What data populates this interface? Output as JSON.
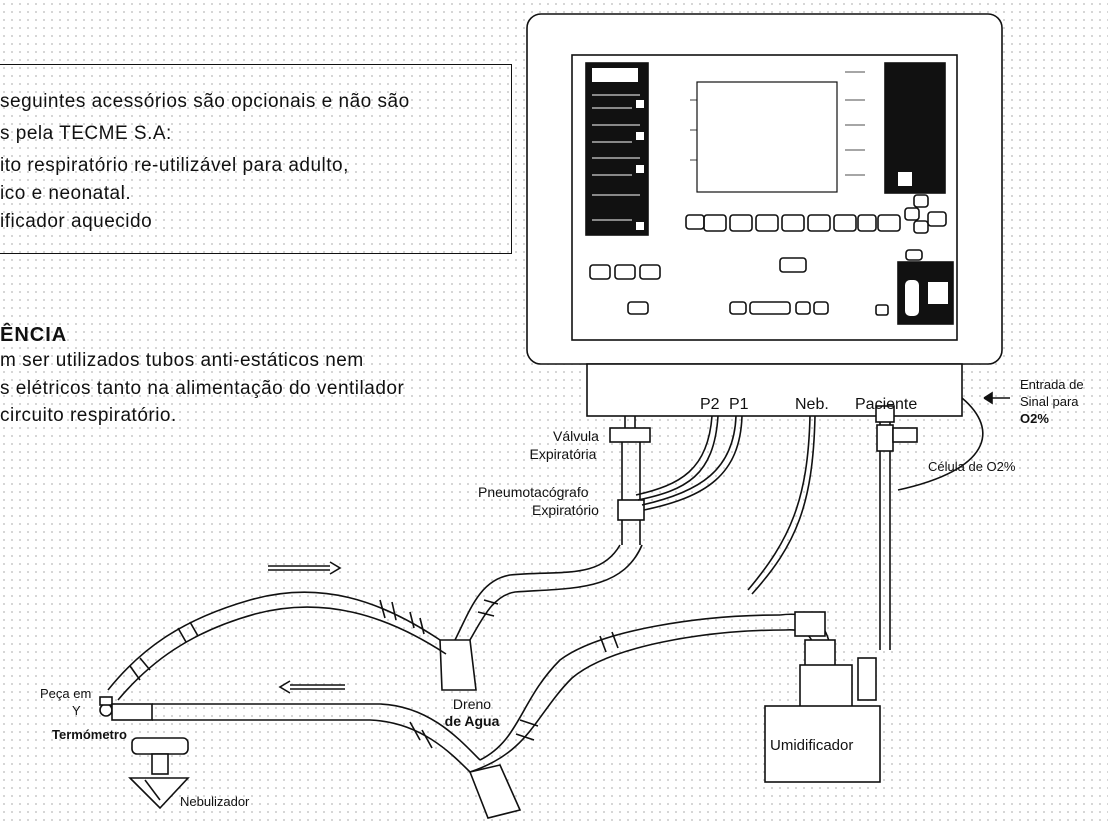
{
  "note": {
    "lines": [
      "seguintes acessórios são opcionais e não são",
      "s pela TECME S.A:",
      "ito respiratório re-utilizável para adulto,",
      "ico e neonatal.",
      "ificador aquecido"
    ]
  },
  "warning": {
    "title": "ÊNCIA",
    "lines": [
      "m ser utilizados tubos anti-estáticos nem",
      "s elétricos tanto na alimentação do ventilador",
      "circuito respiratório."
    ]
  },
  "ports": {
    "p2": "P2",
    "p1": "P1",
    "neb": "Neb.",
    "paciente": "Paciente"
  },
  "labels": {
    "valvula": "Válvula",
    "valvula_2": "Expiratória",
    "pneumotacografo": "Pneumotacógrafo",
    "pneumotacografo_2": "Expiratório",
    "entrada": "Entrada de",
    "entrada_2": "Sinal para",
    "entrada_3": "O2%",
    "celula": "Célula de  O2%",
    "dreno": "Dreno",
    "dreno_2": "de Agua",
    "umidificador": "Umidificador",
    "peca": "Peça em",
    "peca_2": "Y",
    "termometro": "Termómetro",
    "nebulizador": "Nebulizador"
  },
  "colors": {
    "line": "#111111",
    "panel_dark": "#111111",
    "background_dots": "#c8c8c8"
  }
}
